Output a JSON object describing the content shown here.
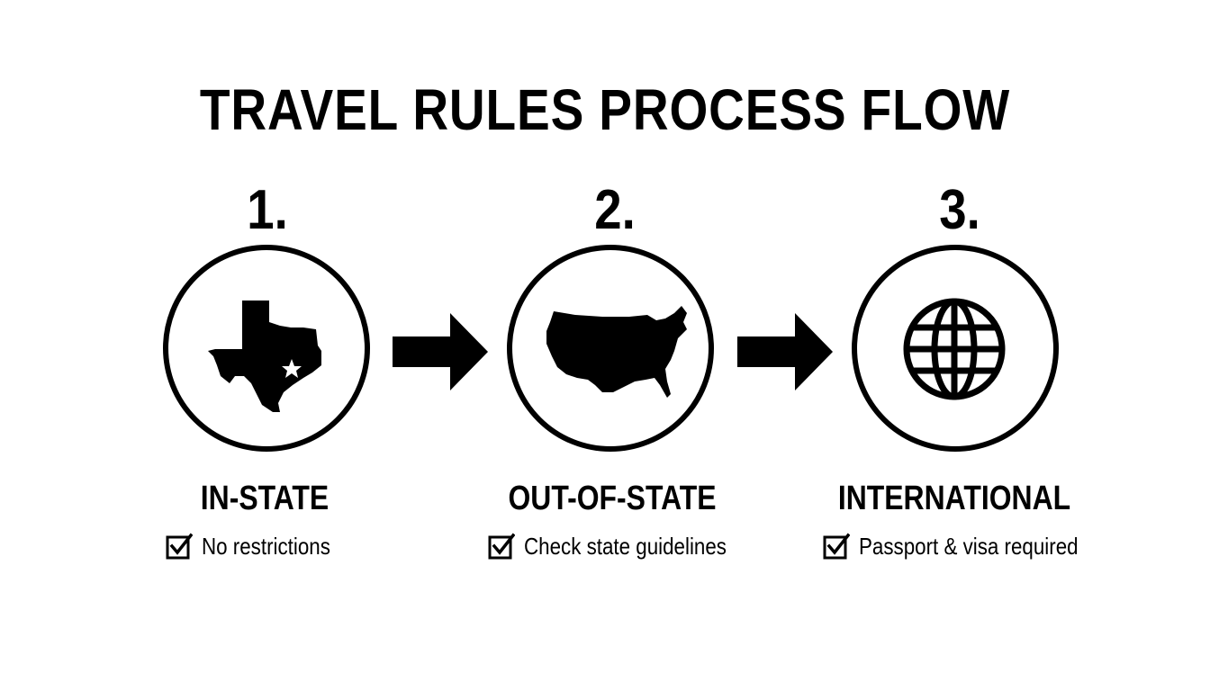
{
  "title": "TRAVEL RULES PROCESS FLOW",
  "steps": [
    {
      "number": "1.",
      "label": "IN-STATE",
      "note": "No restrictions",
      "icon": "texas-map-icon"
    },
    {
      "number": "2.",
      "label": "OUT-OF-STATE",
      "note": "Check state guidelines",
      "icon": "usa-map-icon"
    },
    {
      "number": "3.",
      "label": "INTERNATIONAL",
      "note": "Passport & visa required",
      "icon": "globe-icon"
    }
  ],
  "colors": {
    "foreground": "#000000",
    "background": "#ffffff"
  }
}
